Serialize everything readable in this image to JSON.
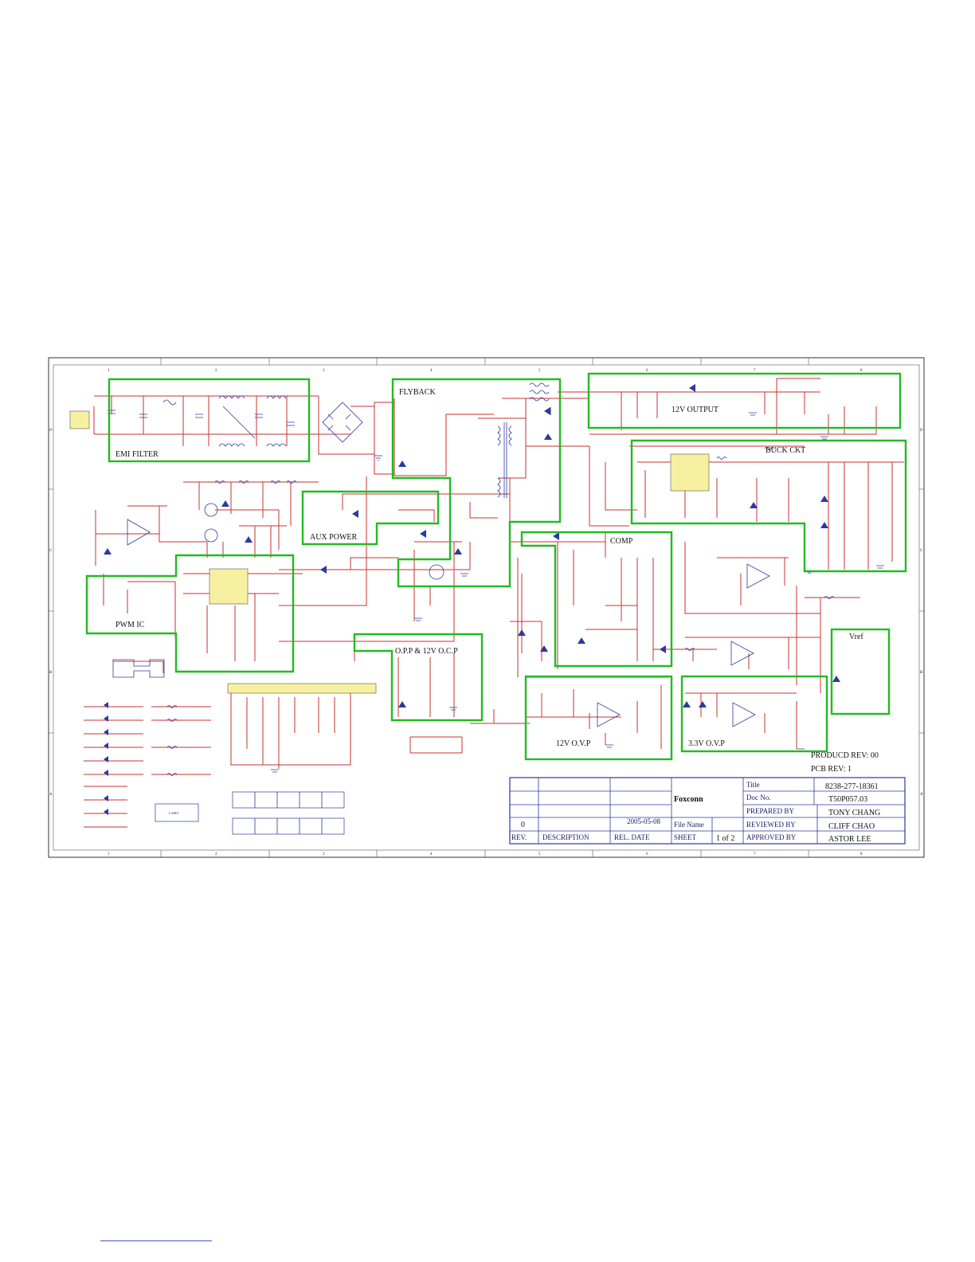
{
  "blocks": {
    "emi": "EMI FILTER",
    "flyback": "FLYBACK",
    "out12": "12V OUTPUT",
    "buck": "BUCK CKT",
    "aux": "AUX POWER",
    "comp": "COMP",
    "pwm": "PWM IC",
    "ocp": "O.P.P & 12V O.C.P",
    "vref": "Vref",
    "ovp12": "12V O.V.P",
    "ovp33": "3.3V O.V.P"
  },
  "revision": {
    "product_rev": "PRODUCD REV: 00",
    "pcb_rev": "PCB REV: 1"
  },
  "title_block": {
    "company": "Foxconn",
    "title_label": "Title",
    "title_value": "8238-277-18361",
    "doc_label": "Doc No.",
    "doc_value": "T50P057.03",
    "prepared_label": "PREPARED BY",
    "prepared_value": "TONY CHANG",
    "reviewed_label": "REVIEWED BY",
    "reviewed_value": "CLIFF CHAO",
    "approved_label": "APPROVED BY",
    "approved_value": "ASTOR LEE",
    "rev_num": "0",
    "rel_date_value": "2005-05-08",
    "file_name_label": "File Name",
    "sheet_label": "SHEET",
    "sheet_value": "1 of 2",
    "rev_label": "REV.",
    "desc_label": "DESCRIPTION",
    "rel_date_label": "REL. DATE"
  },
  "border": {
    "columns": [
      "1",
      "2",
      "3",
      "4",
      "5",
      "6",
      "7",
      "8"
    ],
    "rows": [
      "D",
      "C",
      "B",
      "A"
    ]
  },
  "labels": {
    "label_box": "LABEL"
  },
  "colors": {
    "block_outline": "#22bb22",
    "net_wire": "#c83232",
    "component": "#2b3a9e",
    "title_block": "#2b3a9e"
  }
}
